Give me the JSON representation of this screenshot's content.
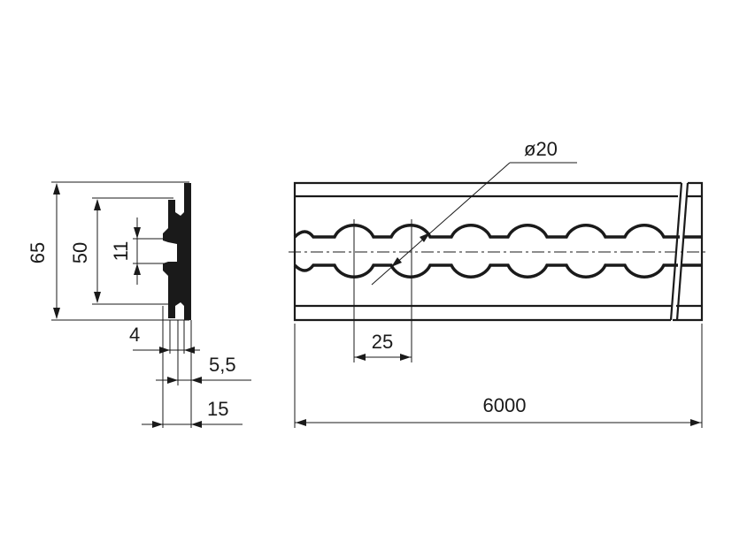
{
  "dimensions": {
    "height_total": "65",
    "height_inner": "50",
    "slot_width": "11",
    "thickness_a": "4",
    "thickness_b": "5,5",
    "width_total": "15",
    "hole_diameter": "ø20",
    "hole_pitch": "25",
    "length": "6000"
  },
  "colors": {
    "line": "#1a1a1a",
    "background": "#ffffff"
  }
}
